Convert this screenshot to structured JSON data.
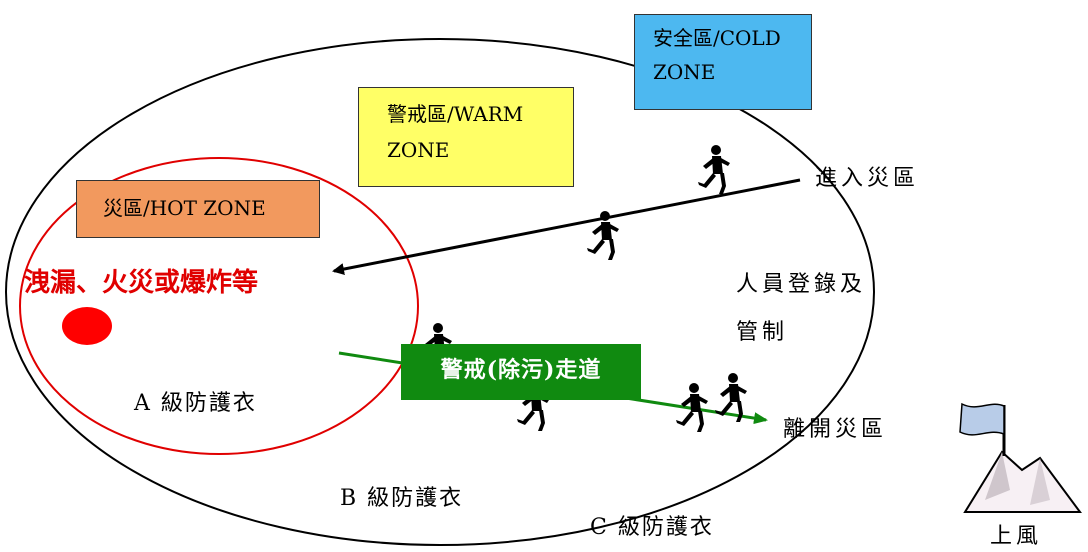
{
  "zones": {
    "cold": [
      "安全區/COLD",
      "ZONE"
    ],
    "warm": [
      "警戒區/WARM",
      "ZONE"
    ],
    "hot": "災區/HOT ZONE"
  },
  "incident_label": "洩漏、火災或爆炸等",
  "protection": {
    "level_a": "A 級防護衣",
    "level_b": "B 級防護衣",
    "level_c": "C 級防護衣"
  },
  "enter_label": "進入災區",
  "exit_label": "離開災區",
  "registration_label": [
    "人員登錄及",
    "管制"
  ],
  "corridor_label": "警戒(除污)走道",
  "upwind_label": "上風",
  "colors": {
    "outer_ring": "#000000",
    "hot_ring": "#e00000",
    "incident_dot": "#ff0000",
    "corridor": "#108a10",
    "cold_zone": "#4db8f0",
    "warm_zone": "#ffff66",
    "hot_zone": "#f2995e"
  },
  "icons": [
    "running-person-icon",
    "flag-mountain-icon"
  ]
}
